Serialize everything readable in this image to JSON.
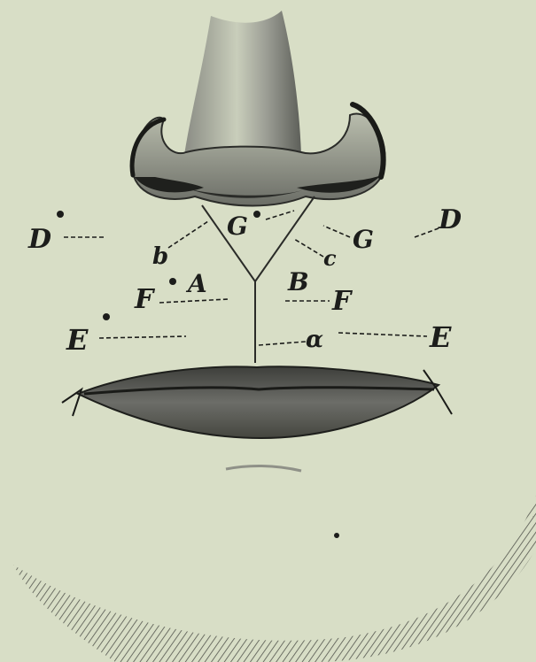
{
  "figure": {
    "labels": {
      "D_left": "D",
      "D_right": "D",
      "G_left": "G",
      "G_right": "G",
      "b": "b",
      "c": "c",
      "A": "A",
      "B": "B",
      "F_left": "F",
      "F_right": "F",
      "E_left": "E",
      "E_right": "E",
      "alpha": "α"
    },
    "colors": {
      "paper": "#d8dec6",
      "ink": "#1c1d1b",
      "shade": "#6f716a",
      "lip": "#4a4b47"
    }
  }
}
